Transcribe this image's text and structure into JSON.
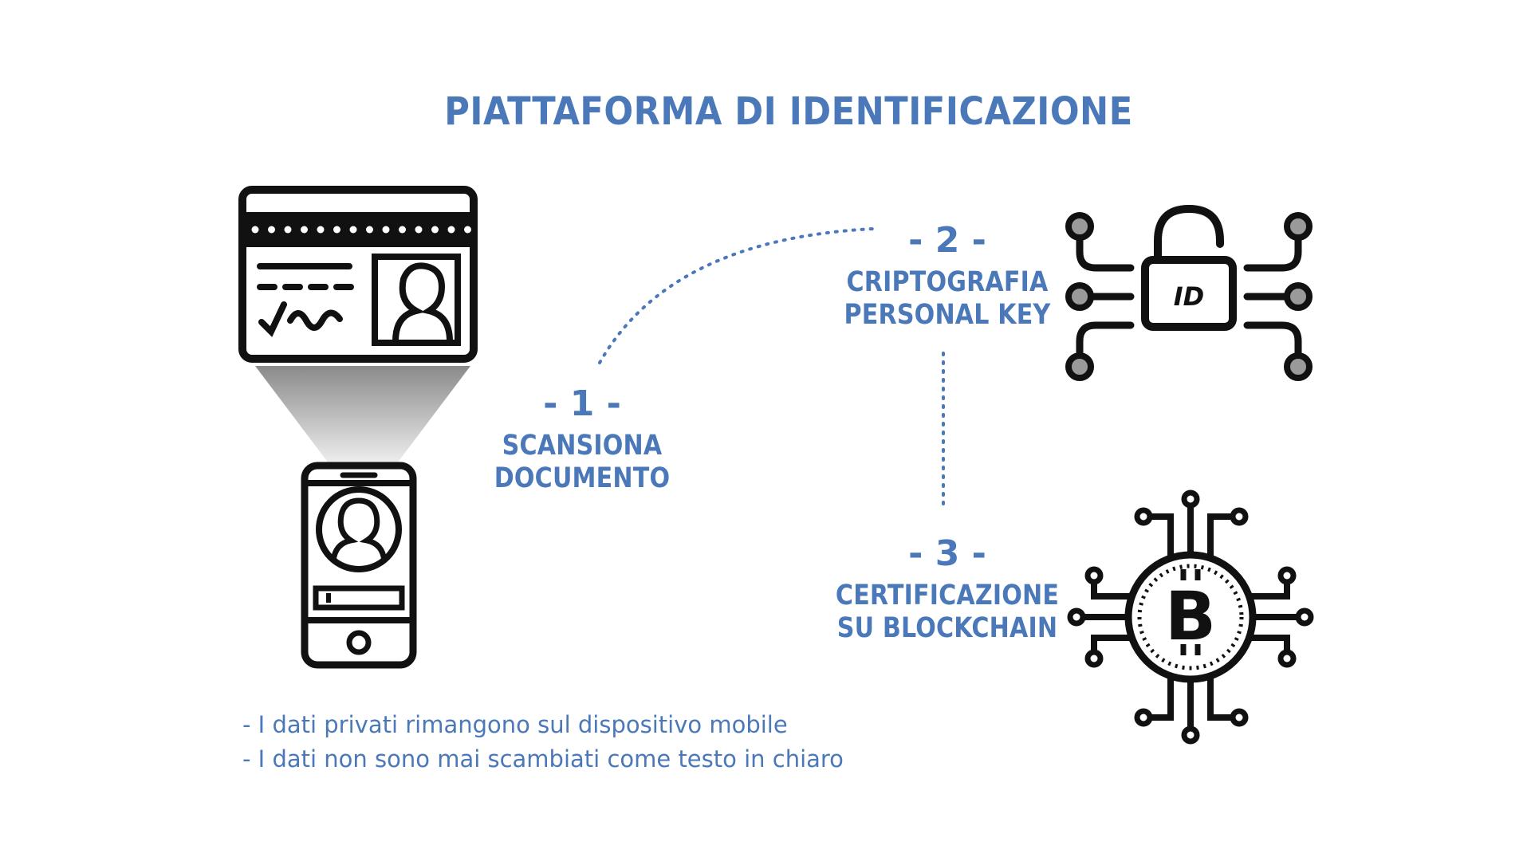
{
  "title": "PIATTAFORMA DI IDENTIFICAZIONE",
  "colors": {
    "accent": "#4a78b9",
    "icon_stroke": "#111111",
    "icon_node_fill": "#9a9a9a"
  },
  "steps": [
    {
      "number": "- 1 -",
      "label_line1": "SCANSIONA",
      "label_line2": "DOCUMENTO"
    },
    {
      "number": "- 2 -",
      "label_line1": "CRIPTOGRAFIA",
      "label_line2": "PERSONAL KEY"
    },
    {
      "number": "- 3 -",
      "label_line1": "CERTIFICAZIONE",
      "label_line2": "SU BLOCKCHAIN"
    }
  ],
  "icons": {
    "id_card": "id-card-icon",
    "phone": "smartphone-user-icon",
    "lock": "circuit-lock-icon",
    "lock_text": "ID",
    "bitcoin": "circuit-bitcoin-icon"
  },
  "notes": [
    "- I dati privati rimangono sul dispositivo mobile",
    "- I dati non sono mai scambiati come testo in chiaro"
  ]
}
